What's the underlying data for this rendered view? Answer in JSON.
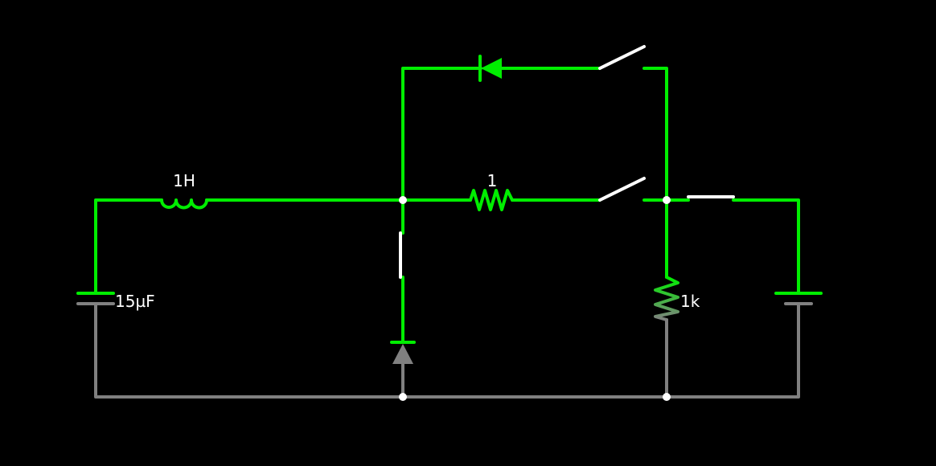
{
  "colors": {
    "background": "#000000",
    "live_wire": "#00ee00",
    "ground_wire": "#808080",
    "switch": "#ffffff",
    "node": "#ffffff",
    "label": "#ffffff",
    "resistor_gradient_top": "#00ee00",
    "resistor_gradient_bottom": "#808080"
  },
  "components": {
    "inductor": {
      "label": "1H"
    },
    "capacitor_left": {
      "label": "15µF"
    },
    "resistor_mid": {
      "label": "1"
    },
    "resistor_right": {
      "label": "1k"
    }
  }
}
